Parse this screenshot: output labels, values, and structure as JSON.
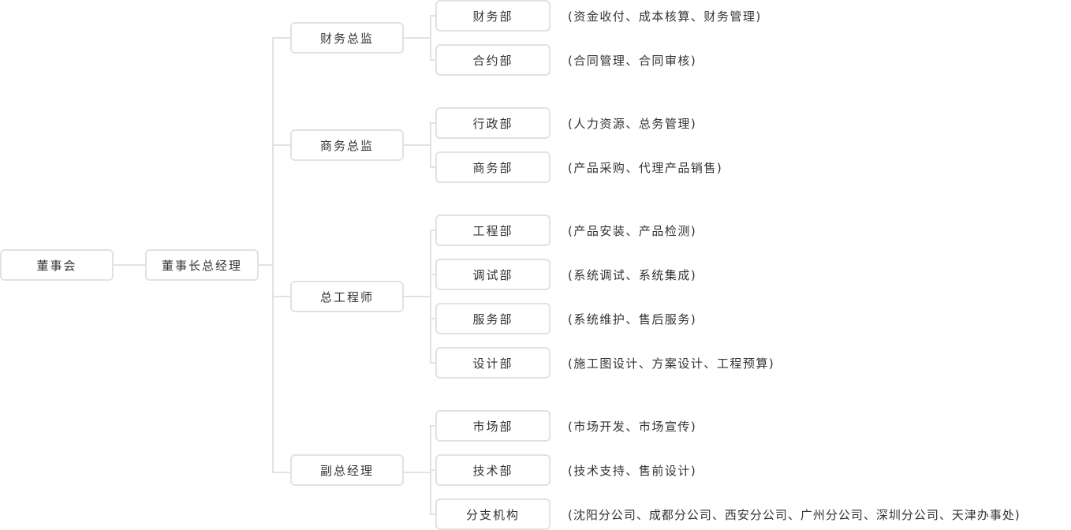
{
  "board": "董事会",
  "gm": "董事长总经理",
  "directors": [
    {
      "label": "财务总监",
      "departments": [
        {
          "label": "财务部",
          "desc": "(资金收付、成本核算、财务管理)"
        },
        {
          "label": "合约部",
          "desc": "(合同管理、合同审核)"
        }
      ]
    },
    {
      "label": "商务总监",
      "departments": [
        {
          "label": "行政部",
          "desc": "(人力资源、总务管理)"
        },
        {
          "label": "商务部",
          "desc": "(产品采购、代理产品销售)"
        }
      ]
    },
    {
      "label": "总工程师",
      "departments": [
        {
          "label": "工程部",
          "desc": "(产品安装、产品检测)"
        },
        {
          "label": "调试部",
          "desc": "(系统调试、系统集成)"
        },
        {
          "label": "服务部",
          "desc": "(系统维护、售后服务)"
        },
        {
          "label": "设计部",
          "desc": "(施工图设计、方案设计、工程预算)"
        }
      ]
    },
    {
      "label": "副总经理",
      "departments": [
        {
          "label": "市场部",
          "desc": "(市场开发、市场宣传)"
        },
        {
          "label": "技术部",
          "desc": "(技术支持、售前设计)"
        },
        {
          "label": "分支机构",
          "desc": "(沈阳分公司、成都分公司、西安分公司、广州分公司、深圳分公司、天津办事处)"
        }
      ]
    }
  ]
}
